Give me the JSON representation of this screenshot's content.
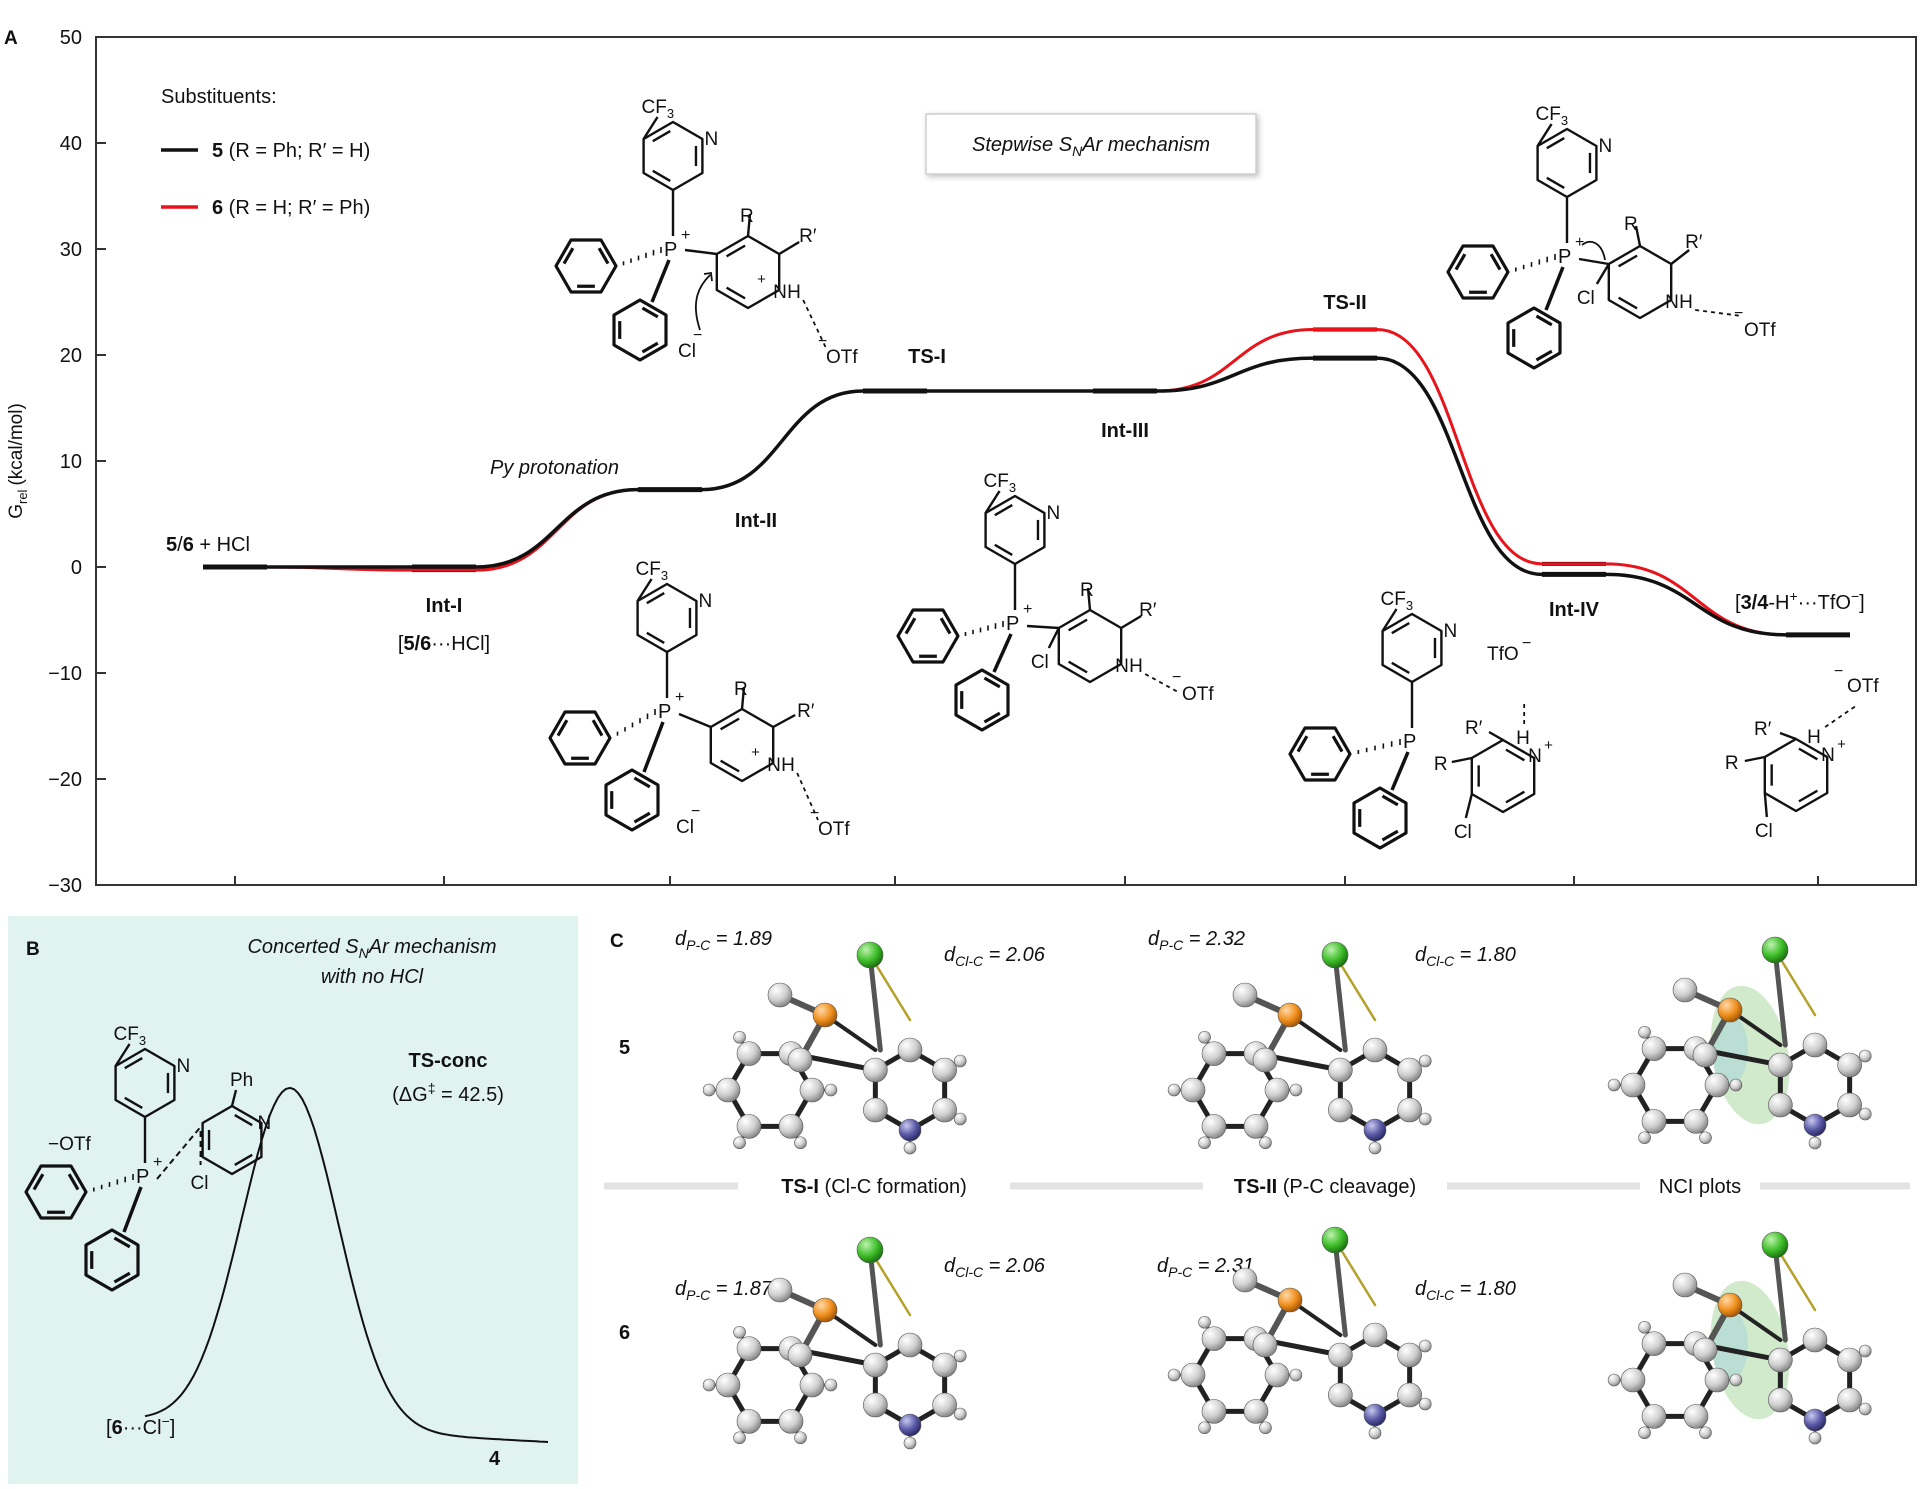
{
  "panels": {
    "a_label": "A",
    "b_label": "B",
    "c_label": "C"
  },
  "chart_data": {
    "type": "line",
    "ylabel": "G",
    "ylabel_sub": "rel",
    "ylabel_unit": "(kcal/mol)",
    "ylim": [
      -30,
      50
    ],
    "yticks": [
      50,
      40,
      30,
      20,
      10,
      0,
      -10,
      -20,
      -30
    ],
    "ytick_labels": [
      "50",
      "40",
      "30",
      "20",
      "10",
      "0",
      "−10",
      "−20",
      "−30"
    ],
    "states": [
      {
        "id": "start",
        "x": 0,
        "y5": 0.0,
        "y6": 0.0
      },
      {
        "id": "Int-I",
        "x": 1,
        "y5": 0.0,
        "y6": -0.3
      },
      {
        "id": "Int-II",
        "x": 2,
        "y5": 7.3,
        "y6": 7.3
      },
      {
        "id": "TS-I",
        "x": 3,
        "y5": 16.6,
        "y6": 16.6
      },
      {
        "id": "Int-III",
        "x": 4,
        "y5": 16.6,
        "y6": 16.6
      },
      {
        "id": "TS-II",
        "x": 5,
        "y5": 19.7,
        "y6": 22.4
      },
      {
        "id": "Int-IV",
        "x": 6,
        "y5": -0.7,
        "y6": 0.3
      },
      {
        "id": "end",
        "x": 7,
        "y5": -6.4,
        "y6": -6.4
      }
    ],
    "series": [
      {
        "name": "5 (R = Ph; R' = H)",
        "color": "#111111"
      },
      {
        "name": "6 (R = H; R' = Ph)",
        "color": "#e8141c"
      }
    ],
    "legend": {
      "title": "Substituents:",
      "items": [
        {
          "bold": "5",
          "rest": " (R = Ph; R′ = H)",
          "color": "#111111"
        },
        {
          "bold": "6",
          "rest": " (R = H; R′ = Ph)",
          "color": "#e8141c"
        }
      ],
      "placement": "top-left"
    },
    "annotation_box": "Stepwise S",
    "annotation_box_sub": "N",
    "annotation_box_rest": "Ar mechanism",
    "labels": {
      "start_bold": "5",
      "start_slash": "/",
      "start_bold2": "6",
      "start_rest": " + HCl",
      "int1": "Int-I",
      "int1_sub_a": "[",
      "int1_sub_b": "5/6",
      "int1_sub_c": "···HCl]",
      "py_protonation": "Py protonation",
      "int2": "Int-II",
      "ts1": "TS-I",
      "int3": "Int-III",
      "ts2": "TS-II",
      "int4": "Int-IV",
      "end_a": "[",
      "end_b": "3/4",
      "end_c": "-H",
      "end_sup": "+",
      "end_d": "···TfO",
      "end_sup2": "−",
      "end_e": "]"
    },
    "grid": false
  },
  "structures": {
    "cf3": "CF",
    "cf3_sub": "3",
    "n": "N",
    "p": "P",
    "plus": "+",
    "r": "R",
    "rp": "R′",
    "cl": "Cl",
    "clm": "Cl",
    "minus": "−",
    "nh": "N",
    "h": "H",
    "otf": "OTf",
    "tfo": "TfO",
    "ph": "Ph"
  },
  "panel_b": {
    "title_line1": "Concerted S",
    "title_sub": "N",
    "title_rest": "Ar mechanism",
    "title_line2": "with no HCl",
    "ts_label": "TS-conc",
    "ts_energy": "(ΔG",
    "ts_energy_sup": "‡",
    "ts_energy_rest": " = 42.5)",
    "reactant_a": "[",
    "reactant_b": "6",
    "reactant_c": "···Cl",
    "reactant_sup": "−",
    "reactant_d": "]",
    "product": "4",
    "otf_label": "−OTf"
  },
  "panel_c": {
    "row_labels": [
      "5",
      "6"
    ],
    "dist_labels_row1": [
      {
        "sym": "d",
        "sub": "P-C",
        "val": " = 1.89"
      },
      {
        "sym": "d",
        "sub": "Cl-C",
        "val": " = 2.06"
      },
      {
        "sym": "d",
        "sub": "P-C",
        "val": " = 2.32"
      },
      {
        "sym": "d",
        "sub": "Cl-C",
        "val": " = 1.80"
      }
    ],
    "dist_labels_row2": [
      {
        "sym": "d",
        "sub": "P-C",
        "val": " = 1.87"
      },
      {
        "sym": "d",
        "sub": "Cl-C",
        "val": " = 2.06"
      },
      {
        "sym": "d",
        "sub": "P-C",
        "val": " = 2.31"
      },
      {
        "sym": "d",
        "sub": "Cl-C",
        "val": " = 1.80"
      }
    ],
    "column_titles": [
      {
        "bold": "TS-I",
        "rest": " (Cl-C formation)"
      },
      {
        "bold": "TS-II",
        "rest": " (P-C cleavage)"
      },
      {
        "bold": "",
        "rest": "NCI plots"
      }
    ]
  },
  "colors": {
    "series5": "#111111",
    "series6": "#e8141c",
    "panel_b_bg": "#e1f3f1",
    "atom_c": "#d4d4d4",
    "atom_p": "#f0901e",
    "atom_cl": "#3fbf2a",
    "atom_n": "#5a5aa8",
    "nci": "#a9d8a0"
  }
}
